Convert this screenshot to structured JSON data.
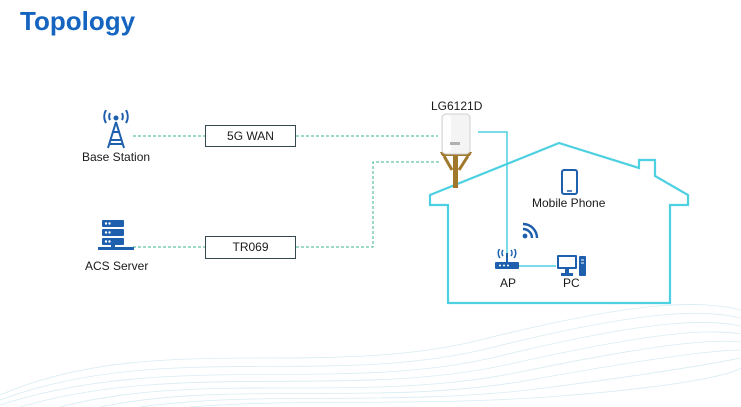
{
  "title": "Topology",
  "nodes": {
    "base_station": "Base Station",
    "acs_server": "ACS Server",
    "device": "LG6121D",
    "mobile_phone": "Mobile Phone",
    "ap": "AP",
    "pc": "PC"
  },
  "links": {
    "wan": "5G WAN",
    "tr069": "TR069"
  },
  "colors": {
    "title": "#1565c0",
    "icon_blue": "#1e5fae",
    "link_green": "#3bb58c",
    "house_outline": "#4dd0e1",
    "pole": "#a0782c"
  }
}
